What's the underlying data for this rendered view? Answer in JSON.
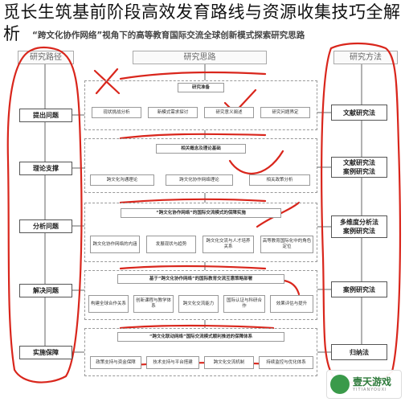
{
  "page_title": "觅长生筑基前阶段高效发育路线与资源收集技巧全解析",
  "diagram_title": "“跨文化协作网络”视角下的高等教育国际交流全球创新模式探索研究思路",
  "columns": {
    "left": "研究路径",
    "middle": "研究思路",
    "right": "研究方法"
  },
  "left_steps": [
    "提出问题",
    "理论支撑",
    "分析问题",
    "解决问题",
    "实施保障"
  ],
  "right_steps": [
    "文献研究法",
    "文献研究法\n案例研究法",
    "多维度分析法\n案例研究法",
    "案例研究法",
    "归纳法"
  ],
  "stages": [
    {
      "title": "研究准备",
      "items": [
        "现状挑战分析",
        "新模式需求探讨",
        "研究意义阐述",
        "研究问题界定"
      ]
    },
    {
      "title": "相关概念及理论基础",
      "items": [
        "跨文化沟通理论",
        "跨文化协作网络理论",
        "相关政策分析"
      ]
    },
    {
      "title": "“跨文化协作网络”的国际交流模式的保障实施",
      "items": [
        "跨文化协作网络的内涵",
        "发展现状与趋势",
        "跨文化交流与人才培养关系",
        "高等教育国际化中的角色定位"
      ]
    },
    {
      "title": "基于“跨文化协作网络”的国际教育交流互惠策略部署",
      "items": [
        "构建全球合作关系",
        "创新课程与教学体系",
        "跨文化交流能力",
        "国际认证与科研合作",
        "效果评估与提升"
      ]
    },
    {
      "title": "“跨文化联动网络”国际交流模式顺利推进的保障体系",
      "items": [
        "政策支持与资金保障",
        "技术支持与平台搭建",
        "跨文化交流机制",
        "持续监控与优化体系"
      ]
    }
  ],
  "watermark": {
    "brand": "壹天游戏",
    "sub": "YITIANYOUXI"
  },
  "colors": {
    "annotation_red": "#d9261c",
    "box_border": "#999999",
    "watermark_green": "#3a9a4a"
  }
}
